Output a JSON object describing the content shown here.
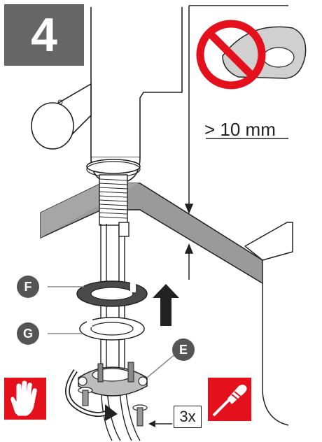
{
  "step_number": "4",
  "labels": {
    "F": "F",
    "G": "G",
    "E": "E"
  },
  "dimension_text": "> 10 mm",
  "count_text": "3x",
  "icons": [
    "prohibited-icon",
    "hand-icon",
    "screwdriver-icon",
    "arrow-up-icon",
    "rotate-arrow-icon"
  ],
  "colors": {
    "badge_gray": "#666666",
    "warning_red": "#e4101b",
    "label_gray": "#555555",
    "counter_gray": "#888888"
  }
}
